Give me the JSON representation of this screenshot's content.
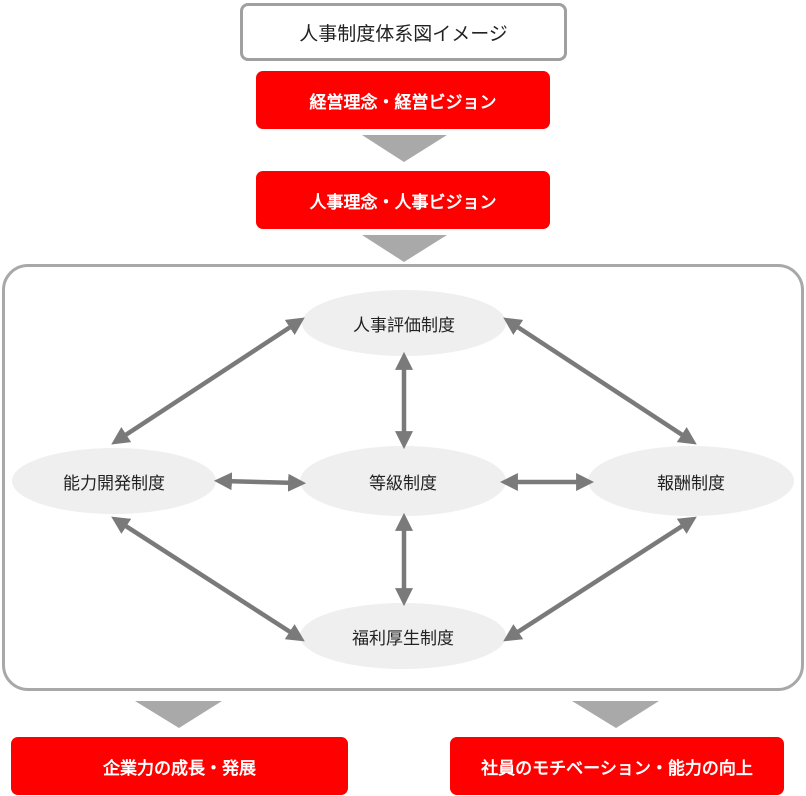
{
  "title": "人事制度体系図イメージ",
  "management": "経営理念・経営ビジョン",
  "hr_vision": "人事理念・人事ビジョン",
  "nodes": {
    "evaluation": "人事評価制度",
    "development": "能力開発制度",
    "grade": "等級制度",
    "compensation": "報酬制度",
    "welfare": "福利厚生制度"
  },
  "outcomes": {
    "left": "企業力の成長・発展",
    "right": "社員のモチベーション・能力の向上"
  },
  "colors": {
    "accent": "#ff0000",
    "arrow": "#7a7a7a",
    "chevron": "#a9a9a9",
    "oval": "#efefef",
    "frame": "#a8a8a8"
  }
}
